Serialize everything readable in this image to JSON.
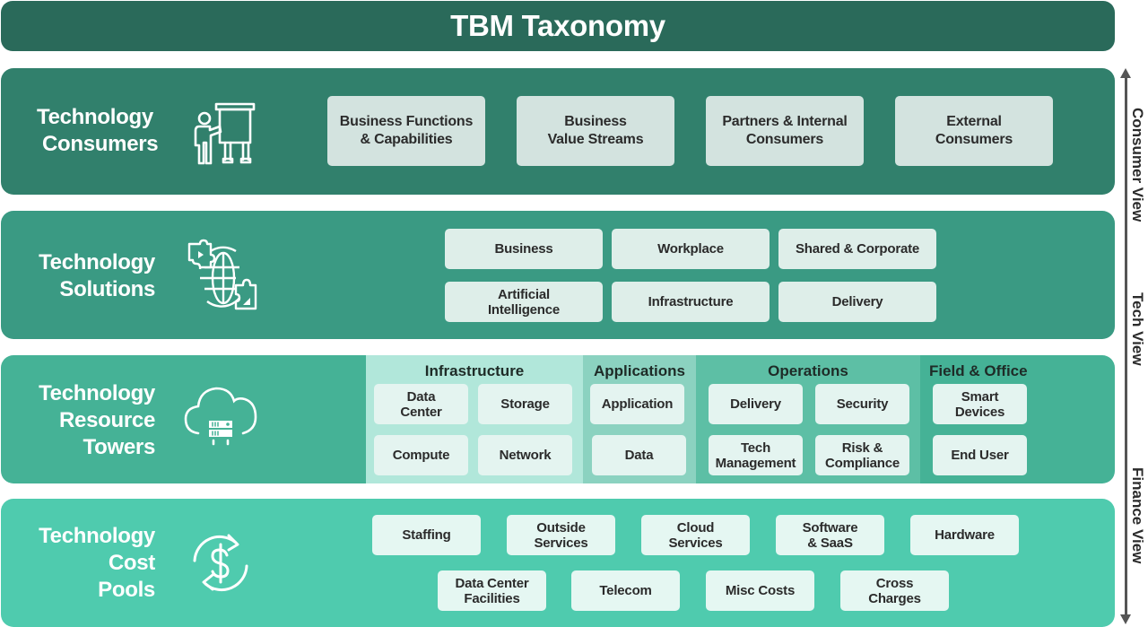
{
  "title": "TBM Taxonomy",
  "layers": {
    "consumers": {
      "label_lines": [
        "Technology",
        "Consumers"
      ],
      "icon": "presentation-board-icon",
      "boxes": [
        "Business Functions\n& Capabilities",
        "Business\nValue Streams",
        "Partners & Internal\nConsumers",
        "External\nConsumers"
      ]
    },
    "solutions": {
      "label_lines": [
        "Technology",
        "Solutions"
      ],
      "icon": "globe-puzzle-icon",
      "boxes": [
        "Business",
        "Workplace",
        "Shared & Corporate",
        "Artificial\nIntelligence",
        "Infrastructure",
        "Delivery"
      ]
    },
    "towers": {
      "label_lines": [
        "Technology",
        "Resource",
        "Towers"
      ],
      "icon": "cloud-server-icon",
      "groups": [
        {
          "title": "Infrastructure",
          "boxes": [
            "Data\nCenter",
            "Storage",
            "Compute",
            "Network"
          ]
        },
        {
          "title": "Applications",
          "boxes": [
            "Application",
            "Data"
          ]
        },
        {
          "title": "Operations",
          "boxes": [
            "Delivery",
            "Security",
            "Tech\nManagement",
            "Risk &\nCompliance"
          ]
        },
        {
          "title": "Field & Office",
          "boxes": [
            "Smart\nDevices",
            "End User"
          ]
        }
      ]
    },
    "pools": {
      "label_lines": [
        "Technology",
        "Cost",
        "Pools"
      ],
      "icon": "dollar-cycle-icon",
      "boxes": [
        "Staffing",
        "Outside\nServices",
        "Cloud\nServices",
        "Software\n& SaaS",
        "Hardware",
        "Data Center\nFacilities",
        "Telecom",
        "Misc Costs",
        "Cross\nCharges"
      ]
    }
  },
  "axis": {
    "labels": [
      "Consumer View",
      "Tech View",
      "Finance View"
    ],
    "icon": "double-headed-arrow-icon"
  },
  "colors": {
    "title_bar": "#2a6a5a",
    "consumers": "#31806c",
    "solutions": "#3a9a83",
    "towers": "#45b296",
    "pools": "#4fcbae",
    "infrastructure_group": "#b1e7da",
    "applications_group": "#8bd2c0",
    "operations_group": "#5dbfa5",
    "axis": "#555555"
  }
}
